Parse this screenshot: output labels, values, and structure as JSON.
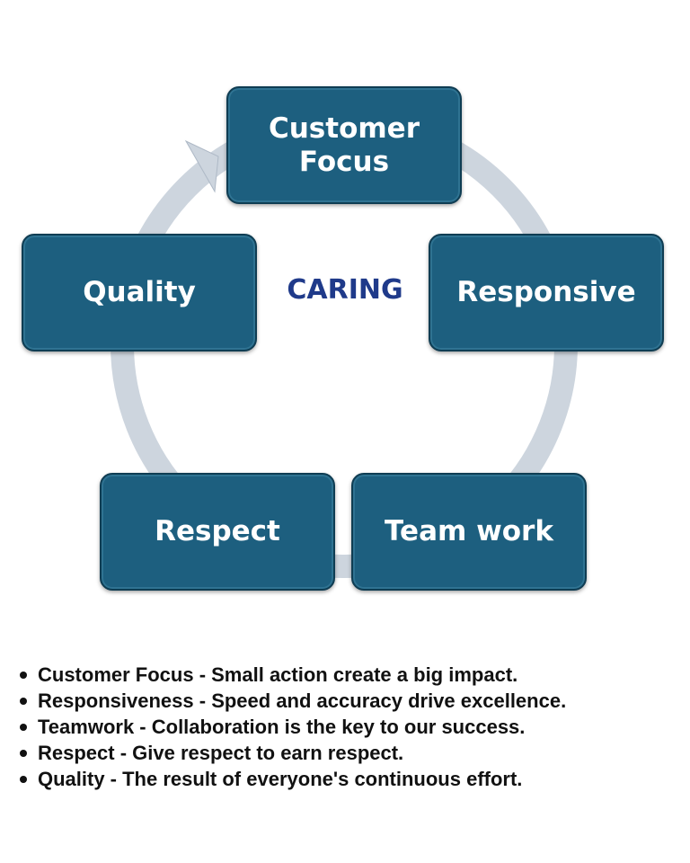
{
  "diagram": {
    "center_label": "CARING",
    "nodes": [
      {
        "label_line1": "Customer",
        "label_line2": "Focus"
      },
      {
        "label_line1": "Responsive"
      },
      {
        "label_line1": "Team work"
      },
      {
        "label_line1": "Respect"
      },
      {
        "label_line1": "Quality"
      }
    ],
    "colors": {
      "node_fill": "#1d5f7f",
      "node_border": "#0f3d53",
      "arrow_fill": "#cdd5de",
      "center_text": "#1f3a8a"
    }
  },
  "values": [
    "Customer Focus - Small action create a big impact.",
    "Responsiveness - Speed and accuracy drive excellence.",
    "Teamwork - Collaboration is the key to our success.",
    "Respect - Give respect to earn respect.",
    "Quality - The result of everyone's continuous effort."
  ]
}
